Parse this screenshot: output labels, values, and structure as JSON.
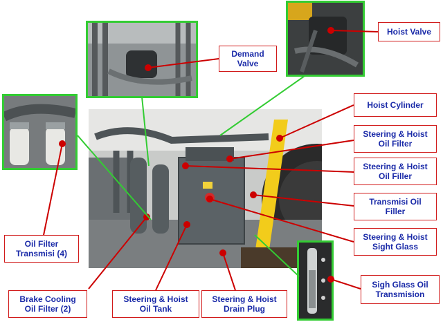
{
  "labels": {
    "hoist_valve": "Hoist Valve",
    "demand_valve": "Demand\nValve",
    "hoist_cylinder": "Hoist Cylinder",
    "sh_oil_filter": "Steering & Hoist\nOil Filter",
    "sh_oil_filler": "Steering & Hoist\nOil Filler",
    "transmisi_oil_filler": "Transmisi Oil\nFiller",
    "sh_sight_glass": "Steering & Hoist\nSight Glass",
    "sigh_glass_oil_transmision": "Sigh Glass Oil\nTransmision",
    "oil_filter_transmisi": "Oil Filter\nTransmisi (4)",
    "brake_cooling_oil_filter": "Brake Cooling\nOil Filter (2)",
    "sh_oil_tank": "Steering & Hoist\nOil Tank",
    "sh_drain_plug": "Steering & Hoist\nDrain Plug"
  },
  "colors": {
    "label_text": "#1a2aa8",
    "label_border": "#d11a1a",
    "inset_border": "#33cc33",
    "leader_red": "#cc0000",
    "leader_green": "#33cc33",
    "hydraulic_gray": "#5b6266",
    "cylinder_yellow": "#f2cc1b"
  }
}
